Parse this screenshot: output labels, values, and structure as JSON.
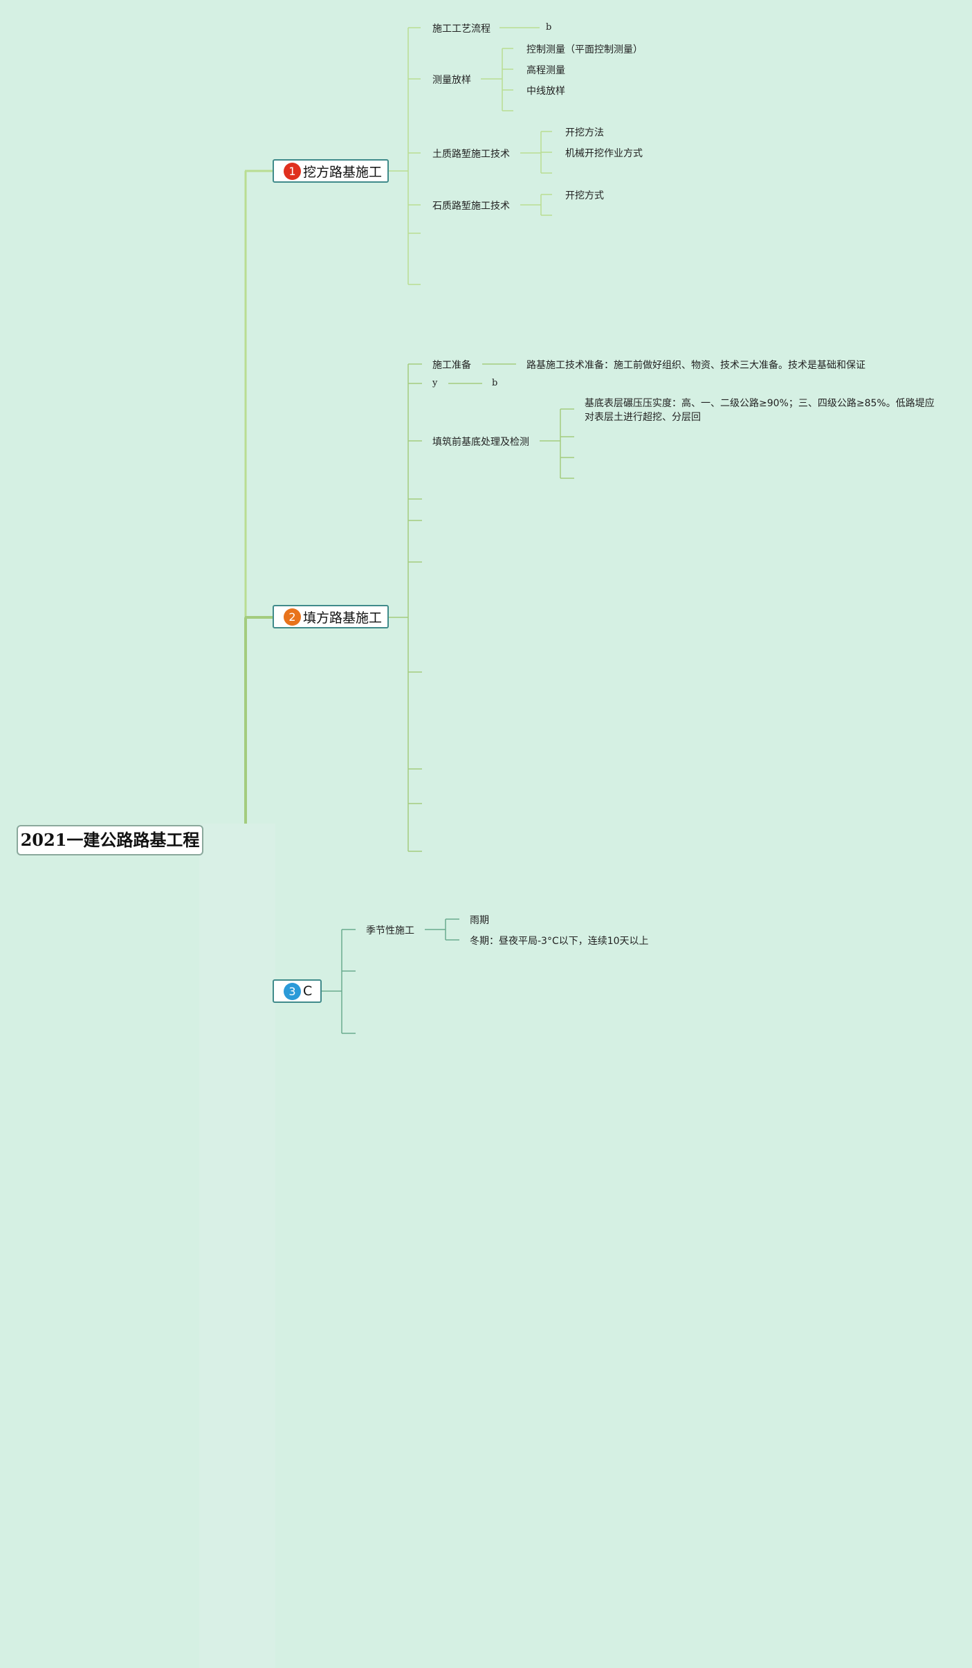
{
  "colors": {
    "background": "#d5f0e3",
    "trunk": "#3f8a8a",
    "branch_light": "#b9dd92",
    "branch_mid": "#a3cc7e",
    "branch_teal": "#6aaa8e",
    "badge_red": "#e0301e",
    "badge_orange": "#e8731c",
    "badge_blue": "#2b9ad8"
  },
  "root": {
    "title": "2021一建公路路基工程"
  },
  "branches": [
    {
      "badge": "1",
      "label": "挖方路基施工",
      "children": [
        {
          "label": "施工工艺流程",
          "note": "b"
        },
        {
          "label": "测量放样",
          "children": [
            "控制测量（平面控制测量）",
            "高程测量",
            "中线放样"
          ]
        },
        {
          "label": "土质路堑施工技术",
          "children": [
            "开挖方法",
            "机械开挖作业方式"
          ]
        },
        {
          "label": "石质路堑施工技术",
          "children": [
            "开挖方式"
          ]
        }
      ]
    },
    {
      "badge": "2",
      "label": "填方路基施工",
      "children": [
        {
          "label": "施工准备",
          "children": [
            "路基施工技术准备：施工前做好组织、物资、技术三大准备。技术是基础和保证"
          ]
        },
        {
          "label": "y",
          "note": "b"
        },
        {
          "label": "填筑前基底处理及检测",
          "children": [
            "基底表层碾压压实度：高、一、二级公路≥90%；三、四级公路≥85%。低路堤应对表层土进行超挖、分层回"
          ]
        }
      ]
    },
    {
      "badge": "3",
      "label": "C",
      "children": [
        {
          "label": "季节性施工",
          "children": [
            "雨期",
            "冬期：昼夜平局-3°C以下，连续10天以上"
          ]
        }
      ]
    }
  ]
}
